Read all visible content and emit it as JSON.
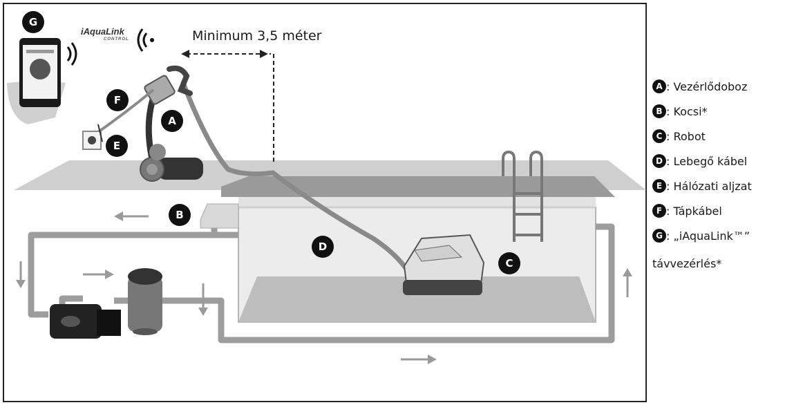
{
  "distance_label": "Minimum 3,5 méter",
  "brand": {
    "name": "iAquaLink",
    "sub": "CONTROL"
  },
  "callouts": [
    "A",
    "B",
    "C",
    "D",
    "E",
    "F",
    "G"
  ],
  "legend": [
    {
      "letter": "A",
      "text": ": Vezérlődoboz"
    },
    {
      "letter": "B",
      "text": ": Kocsi*"
    },
    {
      "letter": "C",
      "text": ": Robot"
    },
    {
      "letter": "D",
      "text": ": Lebegő kábel"
    },
    {
      "letter": "E",
      "text": ": Hálózati aljzat"
    },
    {
      "letter": "F",
      "text": ": Tápkábel"
    },
    {
      "letter": "G",
      "text": ": „iAquaLink™”"
    }
  ],
  "legend_continuation": "távvezérlés*"
}
